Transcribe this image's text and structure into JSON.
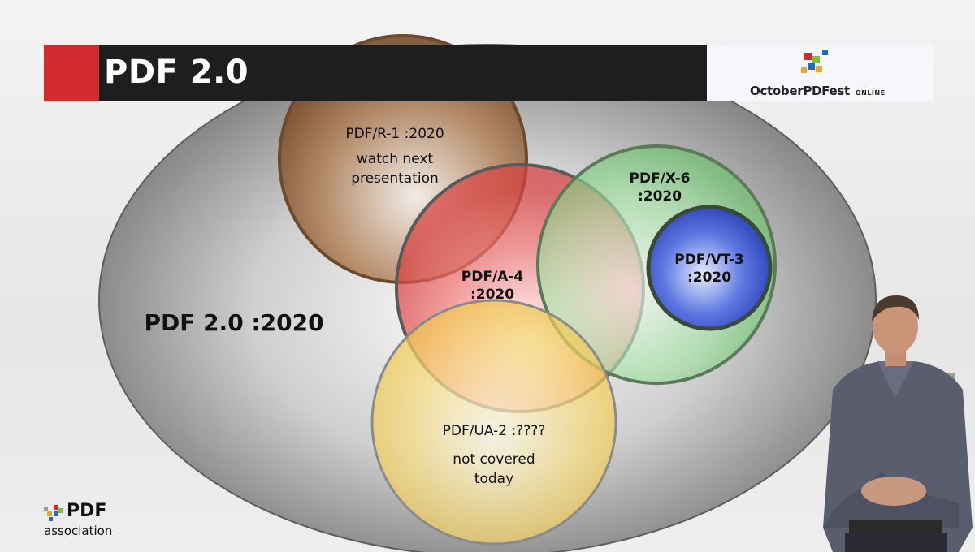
{
  "header": {
    "title": "PDF 2.0"
  },
  "event_logo": {
    "brand_main": "OctoberPDFest",
    "brand_sub": "ONLINE"
  },
  "diagram": {
    "main_set": "PDF 2.0 :2020",
    "sets": [
      {
        "name": "PDF/R-1 :2020",
        "note": "watch next presentation"
      },
      {
        "name": "PDF/A-4 :2020"
      },
      {
        "name": "PDF/X-6 :2020"
      },
      {
        "name": "PDF/VT-3 :2020"
      },
      {
        "name": "PDF/UA-2 :????",
        "note": "not covered today"
      }
    ]
  },
  "footer_logo": {
    "mark": "PDF",
    "sub": "association"
  },
  "colors": {
    "red_accent": "#d12a2f",
    "r1": "#8a5a32",
    "a4": "#e85a5a",
    "x6": "#8fd88f",
    "vt3": "#2f4fc4",
    "ua2": "#f2c94c"
  }
}
